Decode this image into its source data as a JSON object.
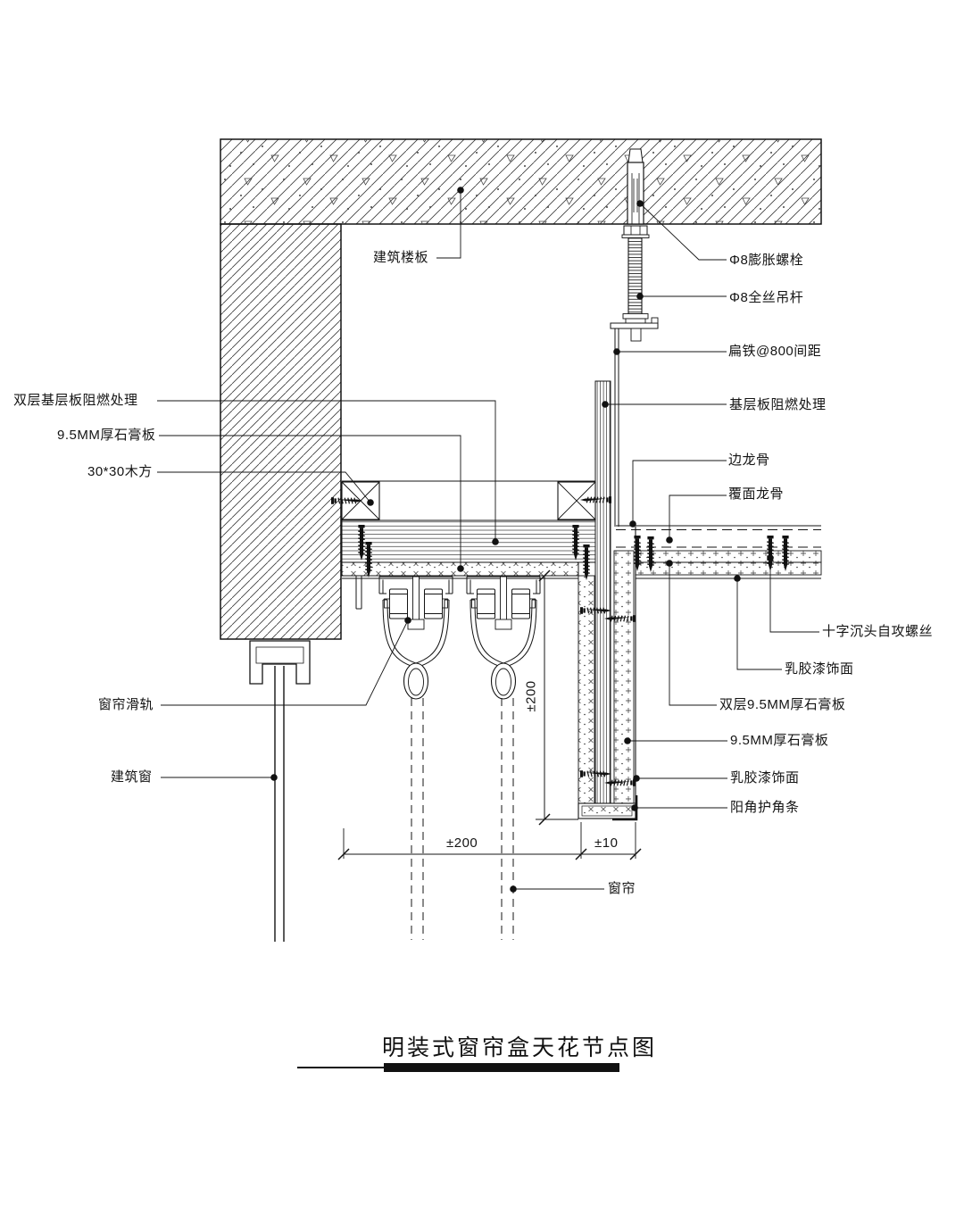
{
  "drawing": {
    "title": "明装式窗帘盒天花节点图",
    "labels": {
      "slab": "建筑楼板",
      "expansion_bolt": "Φ8膨胀螺栓",
      "hanger_rod": "Φ8全丝吊杆",
      "flat_iron": "扁铁@800间距",
      "base_board_fire": "基层板阻燃处理",
      "edge_runner": "边龙骨",
      "cover_runner": "覆面龙骨",
      "self_tapping_screw": "十字沉头自攻螺丝",
      "latex_paint_top": "乳胶漆饰面",
      "double_gypsum": "双层9.5MM厚石膏板",
      "gypsum_side": "9.5MM厚石膏板",
      "latex_paint_side": "乳胶漆饰面",
      "corner_bead": "阳角护角条",
      "double_base_board_fire": "双层基层板阻燃处理",
      "gypsum_left": "9.5MM厚石膏板",
      "wood_block": "30*30木方",
      "curtain_rail": "窗帘滑轨",
      "building_window": "建筑窗",
      "curtain": "窗帘"
    },
    "dimensions": {
      "box_width": "±200",
      "panel_thickness": "±10",
      "box_depth": "±200"
    },
    "colors": {
      "line": "#141414",
      "background": "#ffffff"
    }
  }
}
